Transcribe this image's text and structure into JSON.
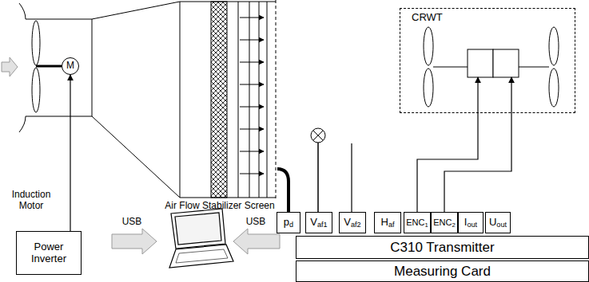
{
  "diagram": {
    "nodes": [
      {
        "text": [
          "M"
        ]
      },
      {
        "text": [
          "Power Inverter"
        ]
      },
      {
        "text": [
          "CRWT"
        ]
      },
      {
        "text": [
          "pd"
        ]
      },
      {
        "text": [
          "Vaf1"
        ]
      },
      {
        "text": [
          "Vaf2"
        ]
      },
      {
        "text": [
          "Haf"
        ]
      },
      {
        "text": [
          "ENC1"
        ]
      },
      {
        "text": [
          "ENC2"
        ]
      },
      {
        "text": [
          "Iout"
        ]
      },
      {
        "text": [
          "Uout"
        ]
      },
      {
        "text": [
          "C310 Transmitter"
        ]
      },
      {
        "text": [
          "Measuring Card"
        ]
      }
    ],
    "edges": [
      {
        "from": 1,
        "to": 0,
        "arrow": "to"
      },
      {
        "from": 7,
        "to": 2,
        "arrow": "to"
      },
      {
        "from": 8,
        "to": 2,
        "arrow": "to"
      }
    ],
    "labels": [
      "Induction Motor",
      "Air Flow Stabilizer Screen",
      "USB",
      "USB"
    ]
  }
}
